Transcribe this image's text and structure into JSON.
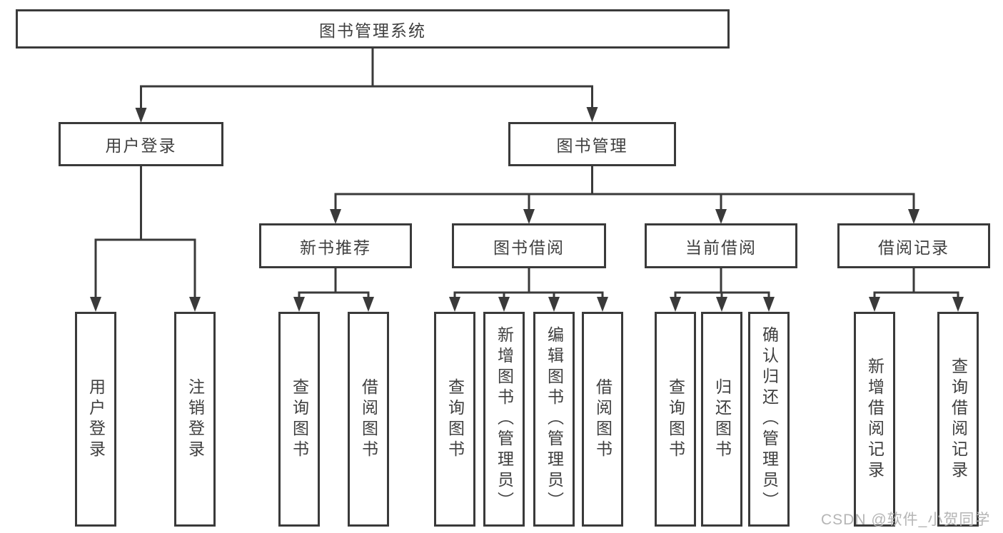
{
  "diagram": {
    "type": "tree",
    "root": {
      "label": "图书管理系统"
    },
    "branches": [
      {
        "label": "用户登录",
        "children": [
          {
            "label": "用户登录"
          },
          {
            "label": "注销登录"
          }
        ]
      },
      {
        "label": "图书管理",
        "children": [
          {
            "label": "新书推荐",
            "children": [
              {
                "label": "查询图书"
              },
              {
                "label": "借阅图书"
              }
            ]
          },
          {
            "label": "图书借阅",
            "children": [
              {
                "label": "查询图书"
              },
              {
                "label": "新增图书（管理员）"
              },
              {
                "label": "编辑图书（管理员）"
              },
              {
                "label": "借阅图书"
              }
            ]
          },
          {
            "label": "当前借阅",
            "children": [
              {
                "label": "查询图书"
              },
              {
                "label": "归还图书"
              },
              {
                "label": "确认归还（管理员）"
              }
            ]
          },
          {
            "label": "借阅记录",
            "children": [
              {
                "label": "新增借阅记录"
              },
              {
                "label": "查询借阅记录"
              }
            ]
          }
        ]
      }
    ]
  },
  "watermark": {
    "text": "CSDN @软件_小贺同学",
    "color": "#b5b5b5"
  },
  "colors": {
    "line": "#3a3a3a",
    "box_border": "#3a3a3a",
    "text": "#3f3f3f",
    "background": "#ffffff"
  }
}
